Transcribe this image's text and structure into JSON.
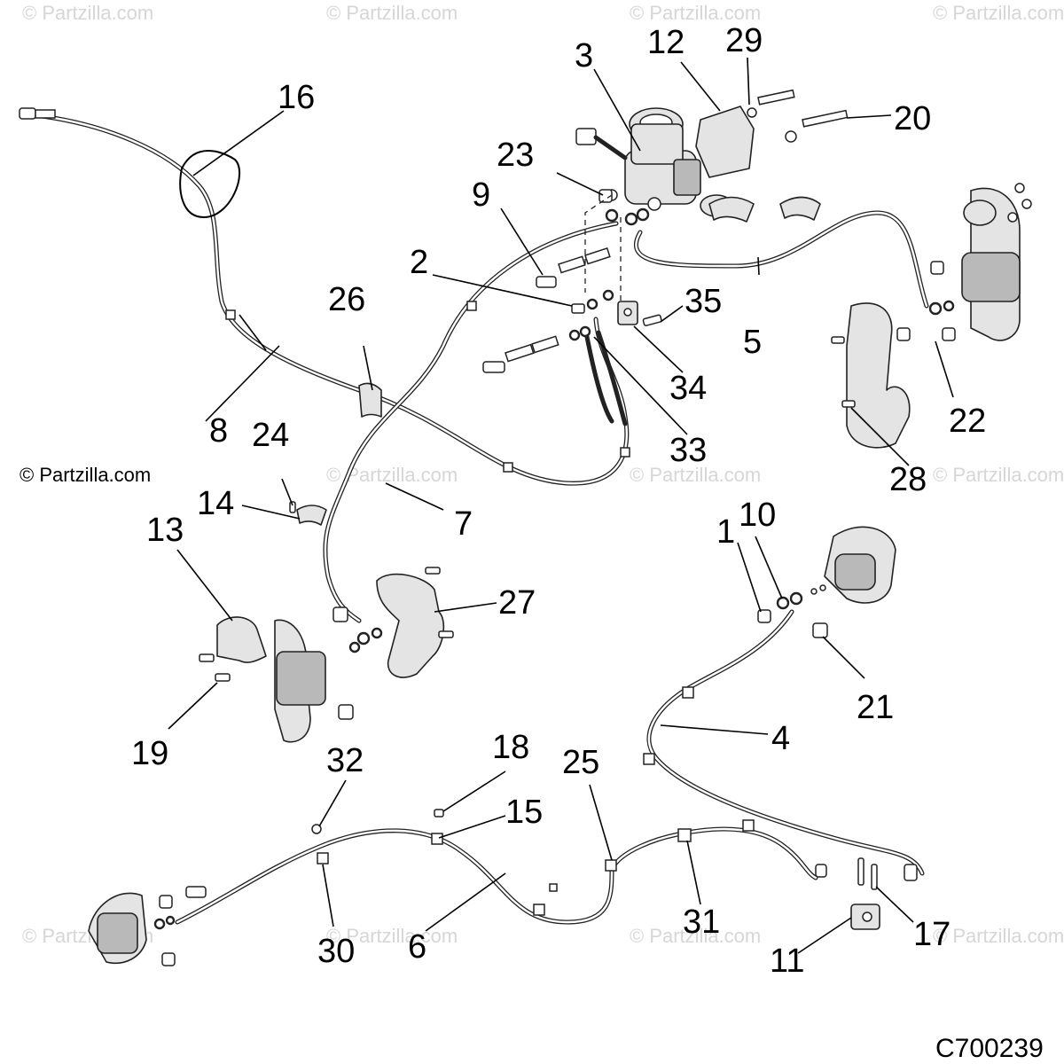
{
  "watermark": "© Partzilla.com",
  "copyright": "© Partzilla.com",
  "diagram_code": "C700239",
  "callouts": [
    {
      "id": "c1",
      "label": "1"
    },
    {
      "id": "c2",
      "label": "2"
    },
    {
      "id": "c3",
      "label": "3"
    },
    {
      "id": "c4",
      "label": "4"
    },
    {
      "id": "c5",
      "label": "5"
    },
    {
      "id": "c6",
      "label": "6"
    },
    {
      "id": "c7",
      "label": "7"
    },
    {
      "id": "c8",
      "label": "8"
    },
    {
      "id": "c9",
      "label": "9"
    },
    {
      "id": "c10",
      "label": "10"
    },
    {
      "id": "c11",
      "label": "11"
    },
    {
      "id": "c12",
      "label": "12"
    },
    {
      "id": "c13",
      "label": "13"
    },
    {
      "id": "c14",
      "label": "14"
    },
    {
      "id": "c15",
      "label": "15"
    },
    {
      "id": "c16",
      "label": "16"
    },
    {
      "id": "c17",
      "label": "17"
    },
    {
      "id": "c18",
      "label": "18"
    },
    {
      "id": "c19",
      "label": "19"
    },
    {
      "id": "c20",
      "label": "20"
    },
    {
      "id": "c21",
      "label": "21"
    },
    {
      "id": "c22",
      "label": "22"
    },
    {
      "id": "c23",
      "label": "23"
    },
    {
      "id": "c24",
      "label": "24"
    },
    {
      "id": "c25",
      "label": "25"
    },
    {
      "id": "c26",
      "label": "26"
    },
    {
      "id": "c27",
      "label": "27"
    },
    {
      "id": "c28",
      "label": "28"
    },
    {
      "id": "c29",
      "label": "29"
    },
    {
      "id": "c30",
      "label": "30"
    },
    {
      "id": "c31",
      "label": "31"
    },
    {
      "id": "c32",
      "label": "32"
    },
    {
      "id": "c33",
      "label": "33"
    },
    {
      "id": "c34",
      "label": "34"
    },
    {
      "id": "c35",
      "label": "35"
    }
  ]
}
